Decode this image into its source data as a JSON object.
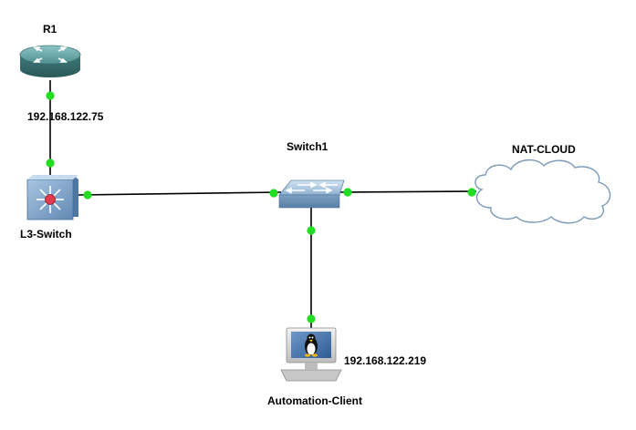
{
  "nodes": {
    "r1": {
      "label": "R1",
      "type": "router",
      "icon": "router-icon"
    },
    "l3_switch": {
      "label": "L3-Switch",
      "type": "multilayer-switch",
      "icon": "multilayer-switch-icon"
    },
    "switch1": {
      "label": "Switch1",
      "type": "ethernet-switch",
      "icon": "switch-icon"
    },
    "nat_cloud": {
      "label": "NAT-CLOUD",
      "type": "cloud",
      "icon": "cloud-icon"
    },
    "automation_client": {
      "label": "Automation-Client",
      "type": "linux-host",
      "icon": "linux-computer-icon"
    }
  },
  "ip_labels": {
    "r1_link": "192.168.122.75",
    "client": "192.168.122.219"
  },
  "links": [
    {
      "from": "R1",
      "to": "L3-Switch"
    },
    {
      "from": "L3-Switch",
      "to": "Switch1"
    },
    {
      "from": "Switch1",
      "to": "NAT-CLOUD"
    },
    {
      "from": "Switch1",
      "to": "Automation-Client"
    }
  ],
  "colors": {
    "link_status_up": "#22dd22",
    "link_line": "#000000",
    "device_teal": "#4d8f8f",
    "device_blue": "#6f9ac4",
    "cloud_stroke": "#7a9ab8",
    "background": "#ffffff"
  }
}
